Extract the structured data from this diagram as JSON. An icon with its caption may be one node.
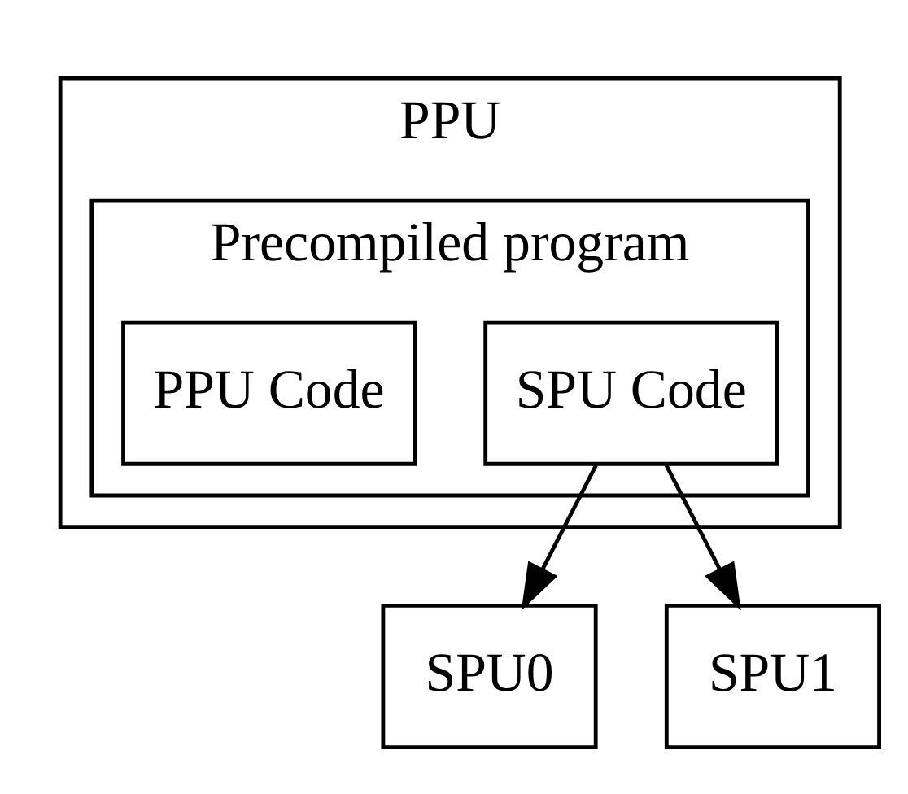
{
  "diagram": {
    "nodes": [
      {
        "text": [
          "PPU"
        ]
      },
      {
        "text": [
          "Precompiled program"
        ],
        "in": 0
      },
      {
        "text": [
          "SPU Code"
        ],
        "in": 1
      },
      {
        "text": [
          "PPU Code"
        ],
        "in": 1
      },
      {
        "text": [
          "SPU0"
        ]
      },
      {
        "text": [
          "SPU1"
        ]
      }
    ],
    "edges": [
      {
        "from": 2,
        "to": 4,
        "arrow": "to"
      },
      {
        "from": 2,
        "to": 5,
        "arrow": "to"
      }
    ]
  }
}
